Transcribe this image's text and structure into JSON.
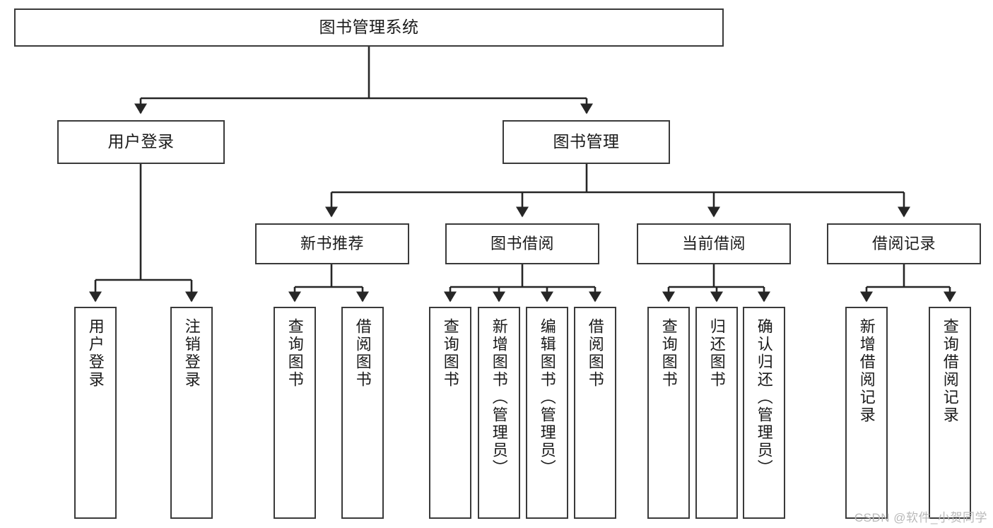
{
  "diagram": {
    "type": "tree",
    "title": "图书管理系统",
    "orientation": "top-down",
    "colors": {
      "background": "#ffffff",
      "box_fill": "#ffffff",
      "box_stroke": "#3a3a3a",
      "connector": "#262626",
      "text": "#1a1a1a",
      "watermark": "#b9b9b9"
    },
    "root": {
      "label": "图书管理系统"
    },
    "level2": [
      {
        "label": "用户登录"
      },
      {
        "label": "图书管理"
      }
    ],
    "level3": [
      {
        "label": "新书推荐"
      },
      {
        "label": "图书借阅"
      },
      {
        "label": "当前借阅"
      },
      {
        "label": "借阅记录"
      }
    ],
    "leaves": {
      "user_login": [
        {
          "label": "用户登录"
        },
        {
          "label": "注销登录"
        }
      ],
      "new_book_recommend": [
        {
          "label": "查询图书"
        },
        {
          "label": "借阅图书"
        }
      ],
      "book_borrow": [
        {
          "label": "查询图书"
        },
        {
          "label": "新增图书（管理员）"
        },
        {
          "label": "编辑图书（管理员）"
        },
        {
          "label": "借阅图书"
        }
      ],
      "current_borrow": [
        {
          "label": "查询图书"
        },
        {
          "label": "归还图书"
        },
        {
          "label": "确认归还（管理员）"
        }
      ],
      "borrow_record": [
        {
          "label": "新增借阅记录"
        },
        {
          "label": "查询借阅记录"
        }
      ]
    }
  },
  "watermark": {
    "text": "CSDN @软件_小贺同学"
  }
}
